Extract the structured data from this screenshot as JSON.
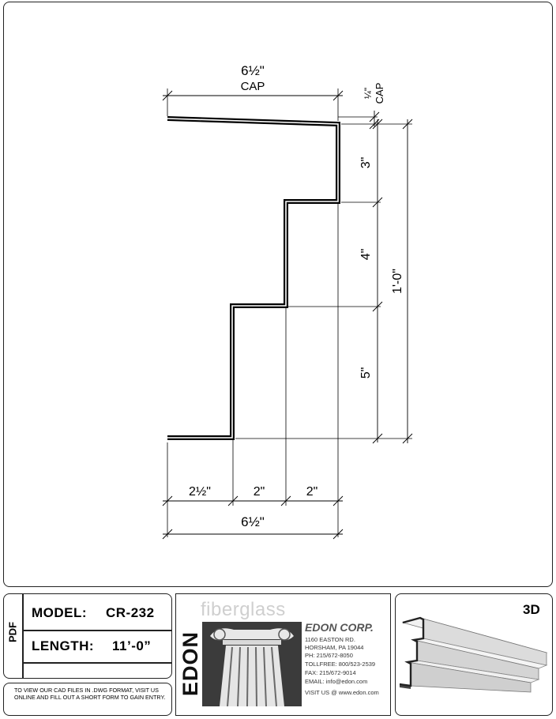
{
  "drawing": {
    "cap_top": {
      "value": "6½\"",
      "label": "CAP"
    },
    "cap_lip": {
      "value": "¼\"",
      "label": "CAP"
    },
    "right_dims": [
      "3\"",
      "4\"",
      "5\""
    ],
    "overall_height": "1'-0\"",
    "bottom_dims": [
      "2½\"",
      "2\"",
      "2\""
    ],
    "bottom_total": "6½\""
  },
  "info": {
    "pdf_label": "PDF",
    "model_label": "MODEL:",
    "model_value": "CR-232",
    "length_label": "LENGTH:",
    "length_value": "11’-0”",
    "note": "TO VIEW OUR CAD FILES IN .DWG FORMAT, VISIT US ONLINE AND FILL OUT A SHORT FORM TO GAIN ENTRY."
  },
  "company": {
    "tagline": "fiberglass",
    "logo_text": "EDON",
    "name": "EDON CORP.",
    "address1": "1160 EASTON RD.",
    "address2": "HORSHAM, PA 19044",
    "phone": "PH: 215/672-8050",
    "tollfree": "TOLLFREE: 800/523-2539",
    "fax": "FAX: 215/672-9014",
    "email": "EMAIL: info@edon.com",
    "web": "VISIT US @ www.edon.com"
  },
  "preview": {
    "label": "3D"
  }
}
